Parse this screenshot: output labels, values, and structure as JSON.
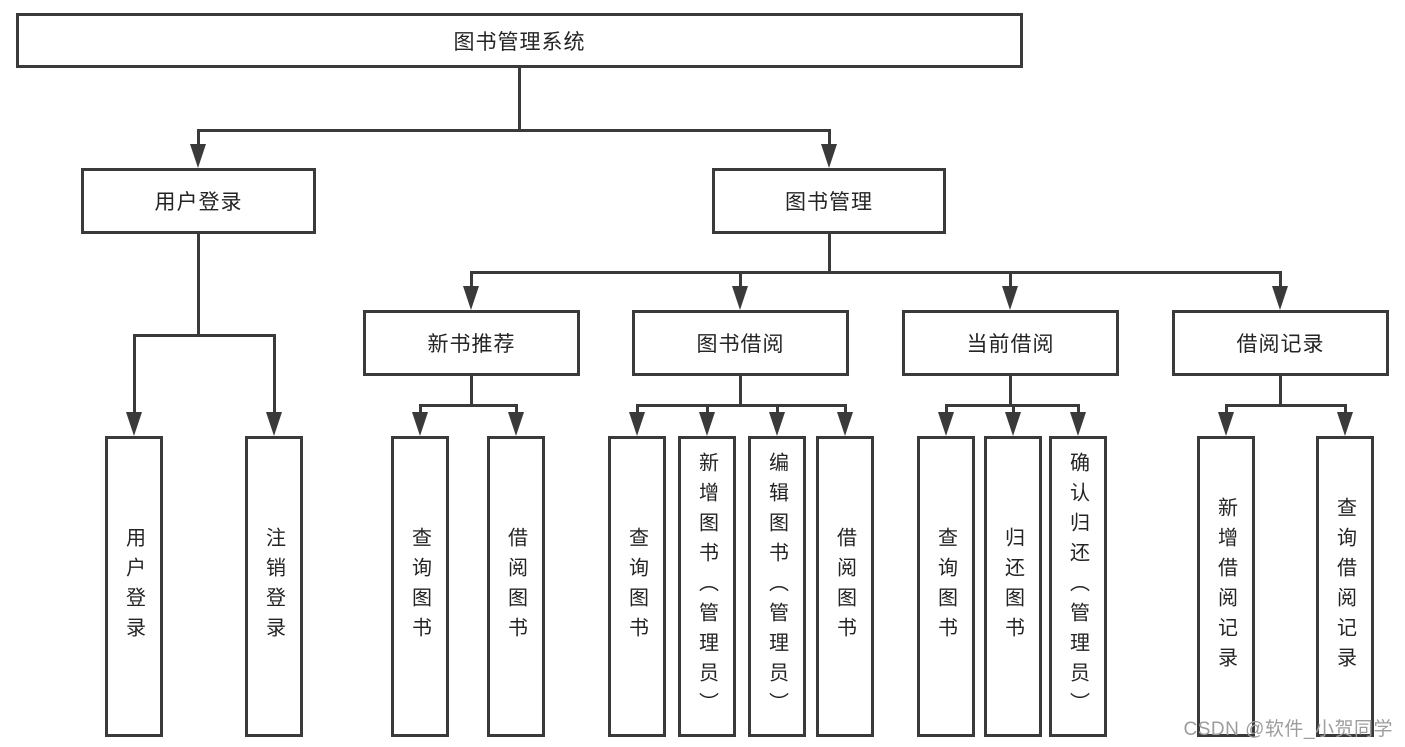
{
  "diagram": {
    "root": {
      "label": "图书管理系统"
    },
    "level2": {
      "user_login": {
        "label": "用户登录"
      },
      "book_management": {
        "label": "图书管理"
      }
    },
    "level3": {
      "new_book_recommend": {
        "label": "新书推荐"
      },
      "book_borrow": {
        "label": "图书借阅"
      },
      "current_borrow": {
        "label": "当前借阅"
      },
      "borrow_records": {
        "label": "借阅记录"
      }
    },
    "leaves": {
      "user_login_children": [
        {
          "label": "用户登录"
        },
        {
          "label": "注销登录"
        }
      ],
      "new_book_children": [
        {
          "label": "查询图书"
        },
        {
          "label": "借阅图书"
        }
      ],
      "book_borrow_children": [
        {
          "label": "查询图书"
        },
        {
          "label": "新增图书（管理员）"
        },
        {
          "label": "编辑图书（管理员）"
        },
        {
          "label": "借阅图书"
        }
      ],
      "current_borrow_children": [
        {
          "label": "查询图书"
        },
        {
          "label": "归还图书"
        },
        {
          "label": "确认归还（管理员）"
        }
      ],
      "borrow_records_children": [
        {
          "label": "新增借阅记录"
        },
        {
          "label": "查询借阅记录"
        }
      ]
    },
    "colors": {
      "line": "#3a3a3a",
      "text": "#242424",
      "box_background": "#ffffff",
      "watermark": "#9d9d9d",
      "background": "#ffffff"
    },
    "watermark": {
      "text": "CSDN @软件_小贺同学"
    }
  }
}
